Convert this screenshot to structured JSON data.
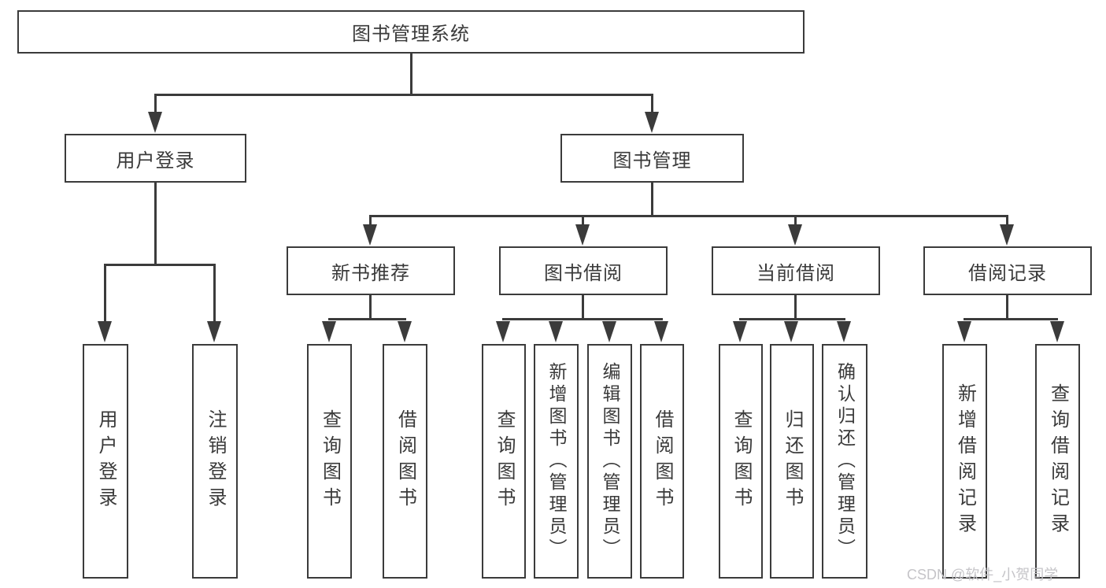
{
  "nodes": {
    "root": "图书管理系统",
    "level2": [
      "用户登录",
      "图书管理"
    ],
    "level3": [
      "新书推荐",
      "图书借阅",
      "当前借阅",
      "借阅记录"
    ],
    "leaves": [
      "用户登录",
      "注销登录",
      "查询图书",
      "借阅图书",
      "查询图书",
      "新增图书（管理员）",
      "编辑图书（管理员）",
      "借阅图书",
      "查询图书",
      "归还图书",
      "确认归还（管理员）",
      "新增借阅记录",
      "查询借阅记录"
    ]
  },
  "hierarchy": {
    "图书管理系统": [
      "用户登录",
      "图书管理"
    ],
    "用户登录": [
      "用户登录",
      "注销登录"
    ],
    "图书管理": [
      "新书推荐",
      "图书借阅",
      "当前借阅",
      "借阅记录"
    ],
    "新书推荐": [
      "查询图书",
      "借阅图书"
    ],
    "图书借阅": [
      "查询图书",
      "新增图书（管理员）",
      "编辑图书（管理员）",
      "借阅图书"
    ],
    "当前借阅": [
      "查询图书",
      "归还图书",
      "确认归还（管理员）"
    ],
    "借阅记录": [
      "新增借阅记录",
      "查询借阅记录"
    ]
  },
  "watermark": "CSDN @软件_小贺同学",
  "colors": {
    "line": "#3b3b3b",
    "text": "#3a3a3a",
    "background": "#ffffff",
    "watermark": "#c5c4c8"
  }
}
